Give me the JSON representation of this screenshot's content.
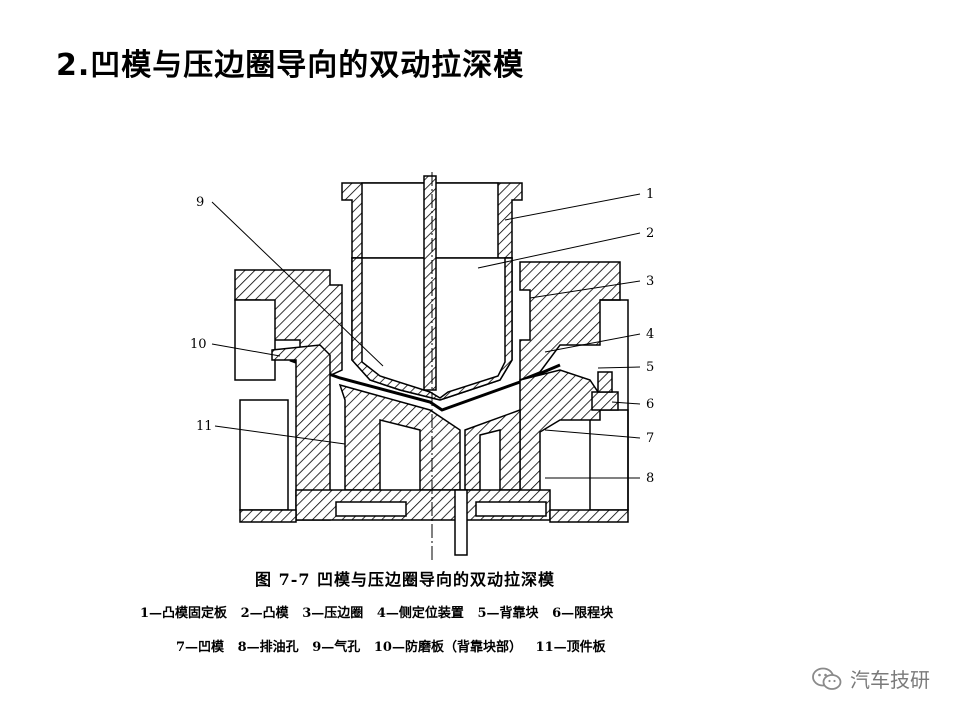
{
  "title": "2.凹模与压边圈导向的双动拉深模",
  "figure": {
    "caption": "图 7-7   凹模与压边圈导向的双动拉深模",
    "legend_line1": "1—凸模固定板   2—凸模   3—压边圈   4—侧定位装置   5—背靠块   6—限程块",
    "legend_line2": "7—凹模   8—排油孔   9—气孔   10—防磨板（背靠块部）   11—顶件板",
    "callouts": [
      "1",
      "2",
      "3",
      "4",
      "5",
      "6",
      "7",
      "8",
      "9",
      "10",
      "11"
    ]
  },
  "watermark": {
    "text": "汽车技研",
    "icon": "wechat-icon"
  }
}
